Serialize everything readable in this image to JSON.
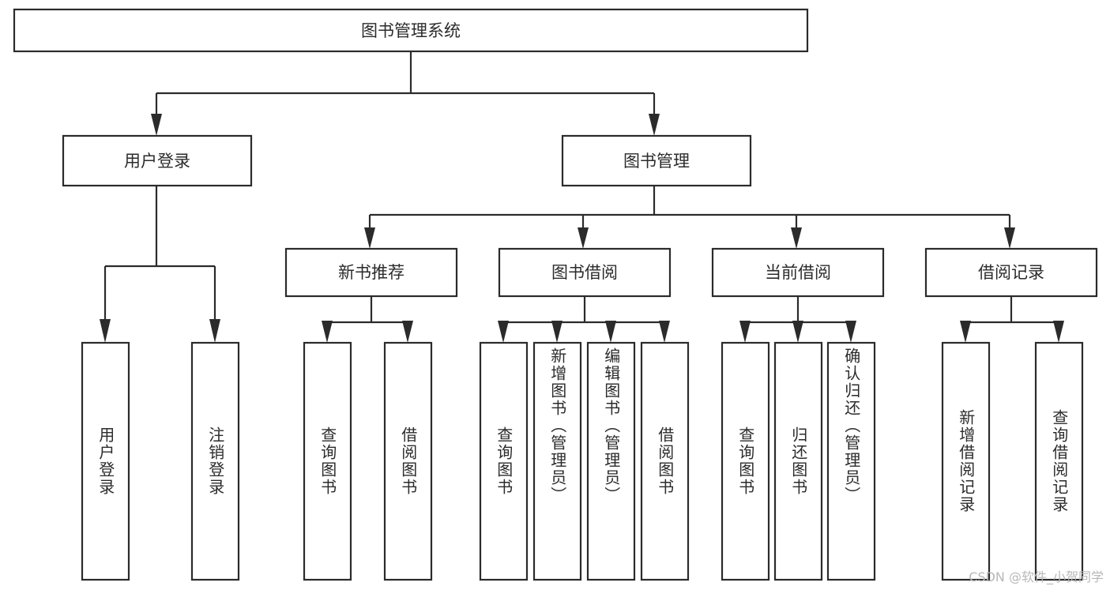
{
  "diagram": {
    "title": "图书管理系统",
    "type": "tree-hierarchy-chart",
    "root": {
      "id": "root",
      "label": "图书管理系统"
    },
    "level2": [
      {
        "id": "user-login",
        "label": "用户登录"
      },
      {
        "id": "book-manage",
        "label": "图书管理"
      }
    ],
    "level3": [
      {
        "id": "new-book-rec",
        "label": "新书推荐",
        "parent": "book-manage"
      },
      {
        "id": "book-borrow",
        "label": "图书借阅",
        "parent": "book-manage"
      },
      {
        "id": "current-borrow",
        "label": "当前借阅",
        "parent": "book-manage"
      },
      {
        "id": "borrow-record",
        "label": "借阅记录",
        "parent": "book-manage"
      }
    ],
    "leaves": {
      "user-login": [
        {
          "id": "leaf-user-login",
          "label": "用户登录"
        },
        {
          "id": "leaf-logout",
          "label": "注销登录"
        }
      ],
      "new-book-rec": [
        {
          "id": "leaf-query-book-1",
          "label": "查询图书"
        },
        {
          "id": "leaf-borrow-book-1",
          "label": "借阅图书"
        }
      ],
      "book-borrow": [
        {
          "id": "leaf-query-book-2",
          "label": "查询图书"
        },
        {
          "id": "leaf-add-book",
          "label": "新增图书（管理员）"
        },
        {
          "id": "leaf-edit-book",
          "label": "编辑图书（管理员）"
        },
        {
          "id": "leaf-borrow-book-2",
          "label": "借阅图书"
        }
      ],
      "current-borrow": [
        {
          "id": "leaf-query-book-3",
          "label": "查询图书"
        },
        {
          "id": "leaf-return-book",
          "label": "归还图书"
        },
        {
          "id": "leaf-confirm-return",
          "label": "确认归还（管理员）"
        }
      ],
      "borrow-record": [
        {
          "id": "leaf-add-record",
          "label": "新增借阅记录"
        },
        {
          "id": "leaf-query-record",
          "label": "查询借阅记录"
        }
      ]
    }
  },
  "watermark": {
    "text": "CSDN @软件_小贺同学"
  },
  "colors": {
    "background": "#ffffff",
    "box_fill": "#ffffff",
    "box_stroke": "#2b2b2b",
    "text": "#2b2b2b",
    "watermark": "#b8b8b8"
  }
}
